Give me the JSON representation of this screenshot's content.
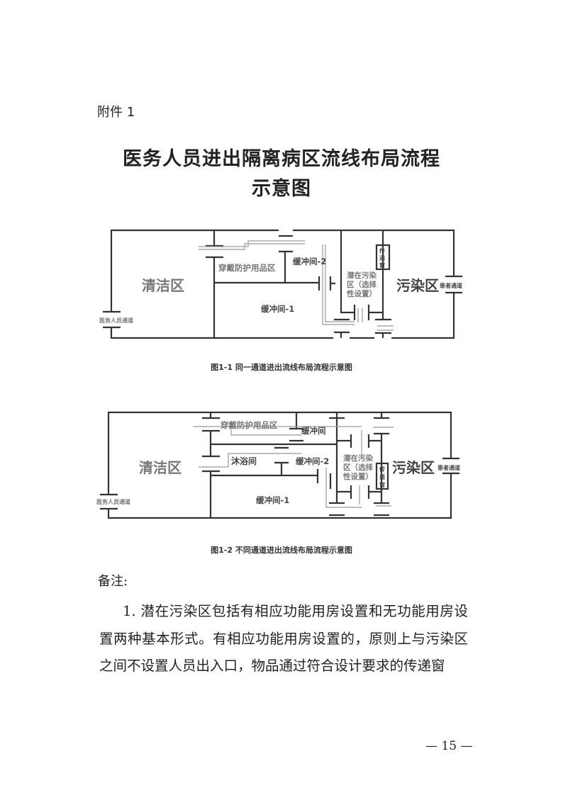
{
  "attachment_label": "附件 1",
  "title_line1": "医务人员进出隔离病区流线布局流程",
  "title_line2": "示意图",
  "figure1": {
    "clean_zone": "清洁区",
    "ppe_area": "穿戴防护用品区",
    "buffer2": "缓冲间-2",
    "buffer1": "缓冲间-1",
    "potential_zone": [
      "潜在污染",
      "区（选择",
      "性设置）"
    ],
    "pass_window": [
      "传",
      "递",
      "窗"
    ],
    "contaminated_zone": "污染区",
    "patient_passage": "患者通道",
    "staff_passage": "医务人员通道",
    "caption": "图1-1 同一通道进出流线布局流程示意图"
  },
  "figure2": {
    "clean_zone": "清洁区",
    "ppe_area": "穿戴防护用品区",
    "buffer": "缓冲间",
    "shower": "沐浴间",
    "buffer2": "缓冲间-2",
    "buffer1": "缓冲间-1",
    "potential_zone": [
      "潜在污染",
      "区（选择",
      "性设置）"
    ],
    "pass_window": [
      "传",
      "递",
      "窗"
    ],
    "contaminated_zone": "污染区",
    "patient_passage": "患者通道",
    "staff_passage": "医务人员通道",
    "caption": "图1-2 不同通道进出流线布局流程示意图"
  },
  "notes_label": "备注:",
  "note1": "1. 潜在污染区包括有相应功能用房设置和无功能用房设置两种基本形式。有相应功能用房设置的，原则上与污染区之间不设置人员出入口，物品通过符合设计要求的传递窗",
  "page_number": "— 15 —"
}
